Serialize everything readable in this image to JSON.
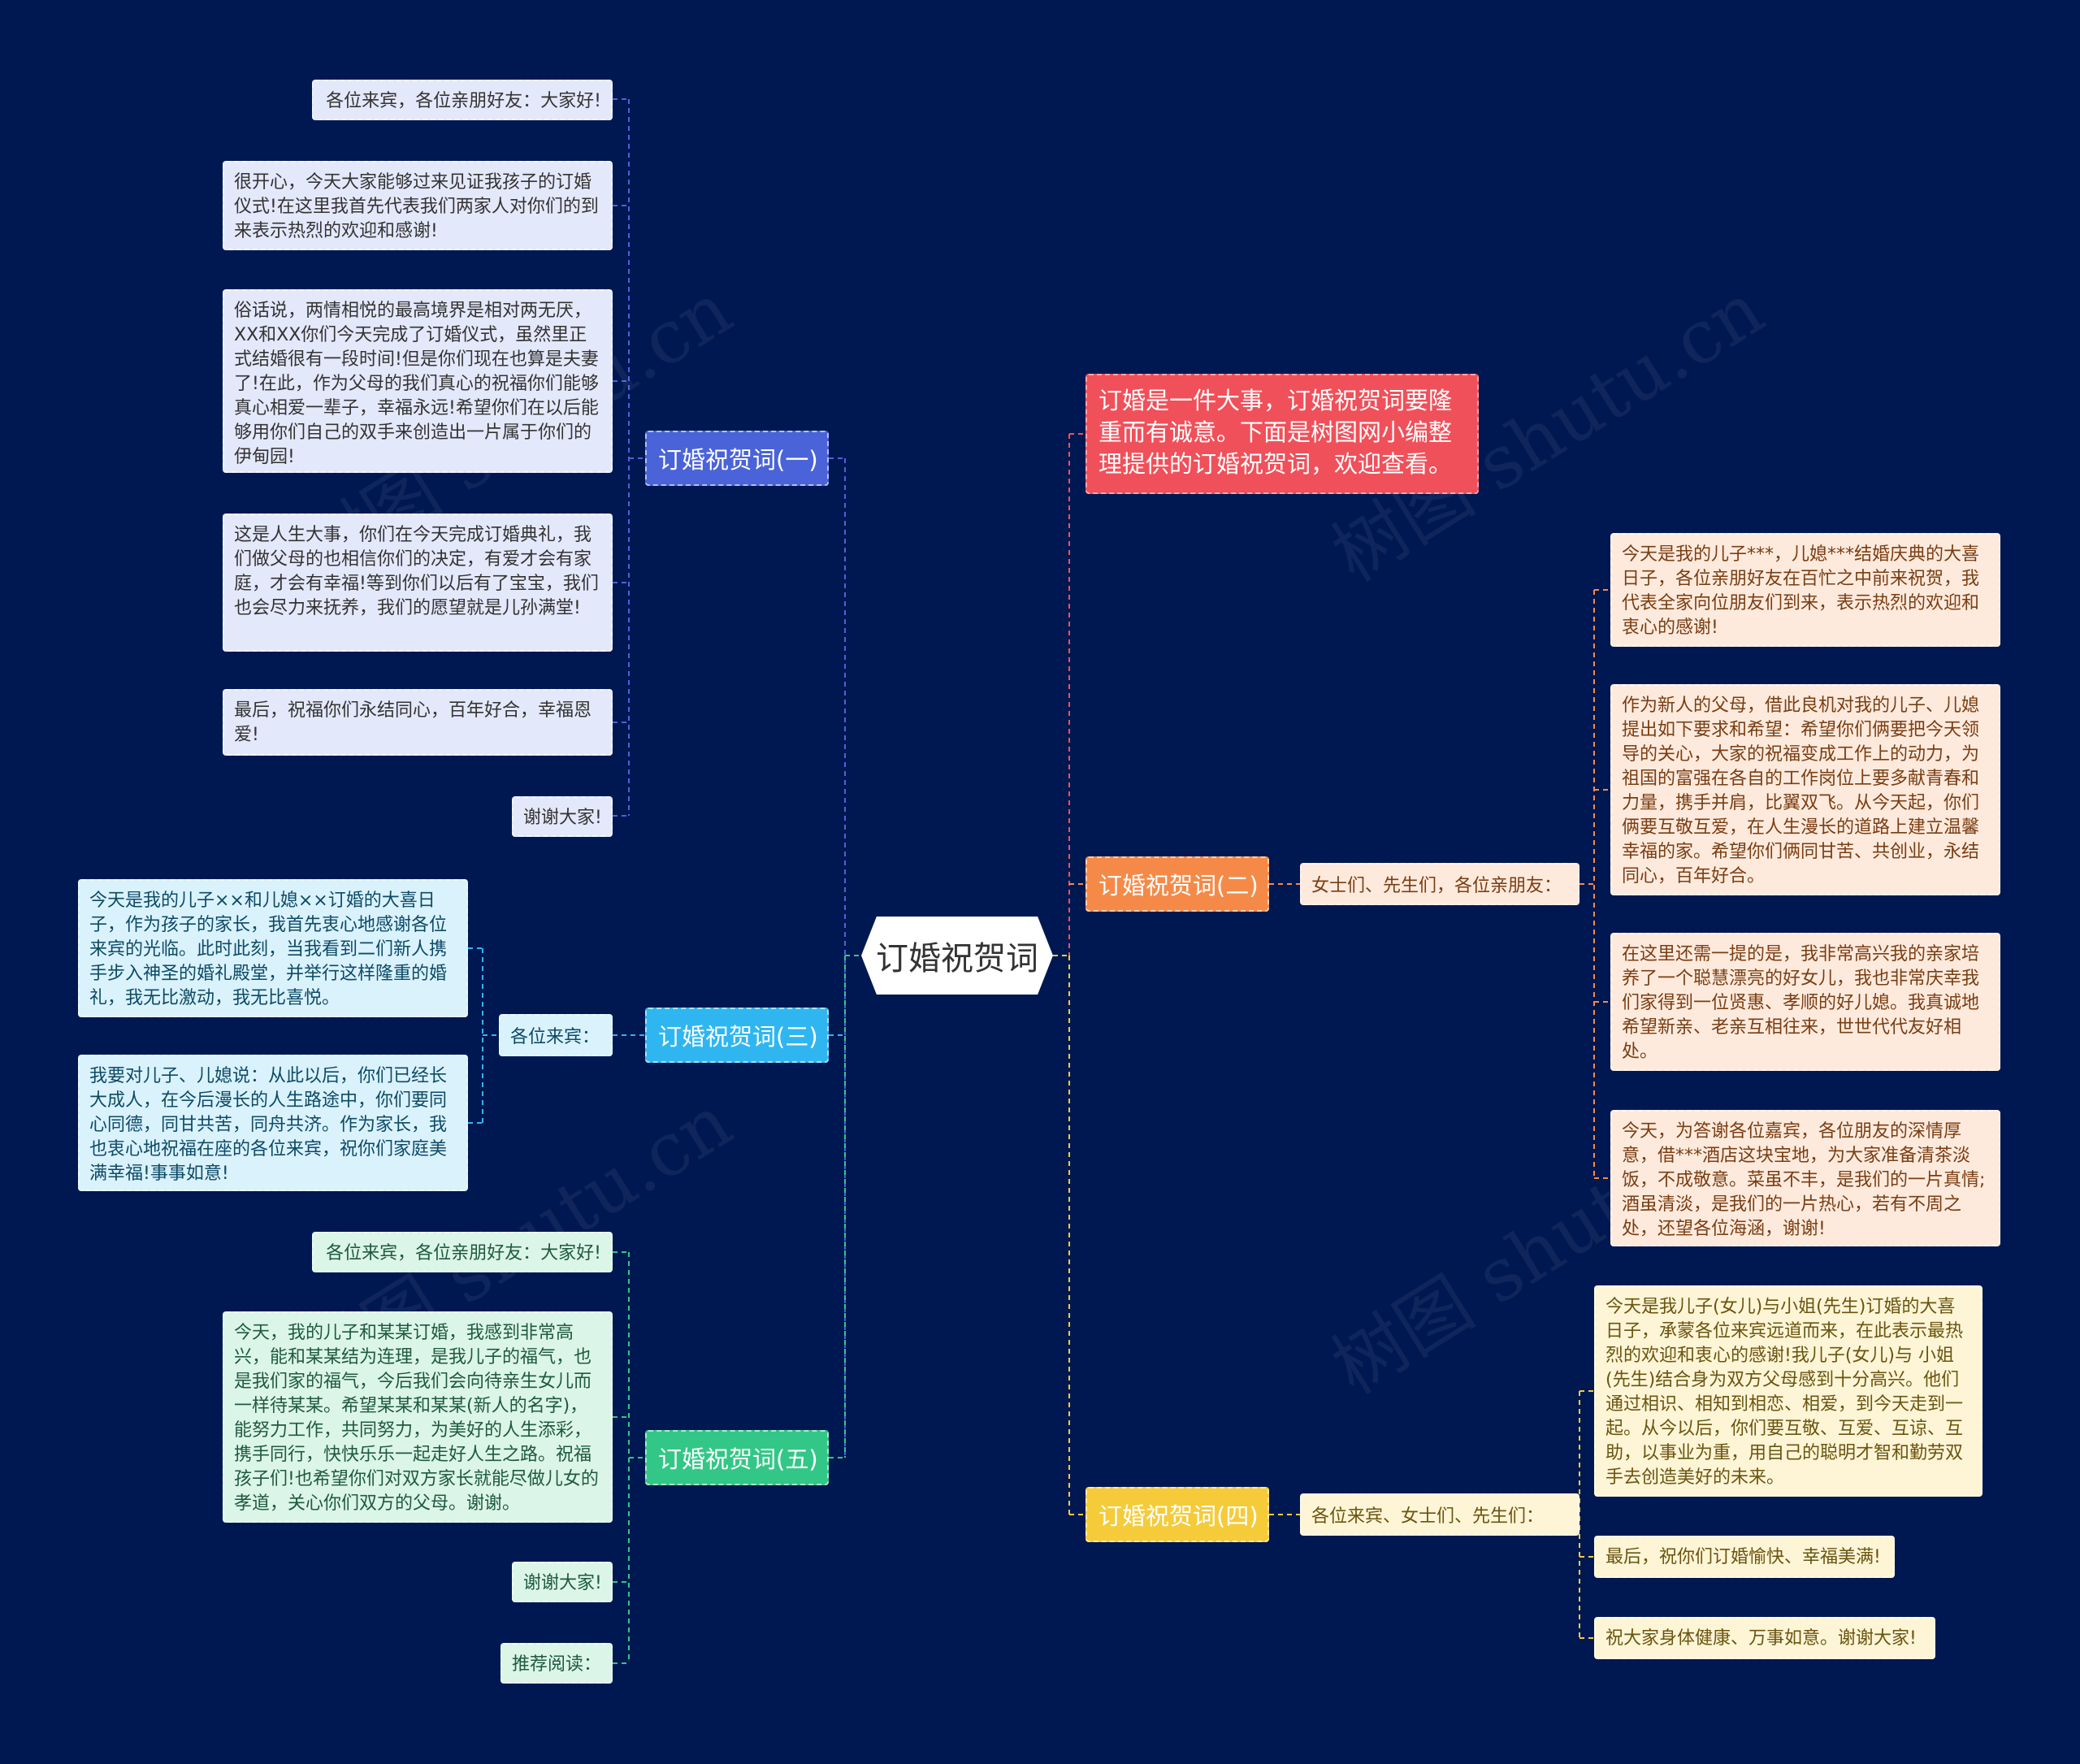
{
  "root": "订婚祝贺词",
  "intro": "订婚是一件大事，订婚祝贺词要隆重而有诚意。下面是树图网小编整理提供的订婚祝贺词，欢迎查看。",
  "watermark": "树图 shutu.cn",
  "colors": {
    "background": "#001851",
    "b1": "#4a63d8",
    "b1_leaf": "#e4e8fb",
    "b2": "#f58a48",
    "b2_leaf": "#fdeadd",
    "b3": "#2fb6f0",
    "b3_leaf": "#d9f2fc",
    "b4": "#f5cb3a",
    "b4_leaf": "#fdf5d6",
    "b5": "#33c787",
    "b5_leaf": "#dcf5e9",
    "intro": "#f0505a"
  },
  "branch1": {
    "title": "订婚祝贺词(一)",
    "items": [
      "各位来宾，各位亲朋好友：大家好!",
      "很开心，今天大家能够过来见证我孩子的订婚仪式!在这里我首先代表我们两家人对你们的到来表示热烈的欢迎和感谢!",
      "俗话说，两情相悦的最高境界是相对两无厌，XX和XX你们今天完成了订婚仪式，虽然里正式结婚很有一段时间!但是你们现在也算是夫妻了!在此，作为父母的我们真心的祝福你们能够真心相爱一辈子，幸福永远!希望你们在以后能够用你们自己的双手来创造出一片属于你们的伊甸园!",
      "这是人生大事，你们在今天完成订婚典礼，我们做父母的也相信你们的决定，有爱才会有家庭，才会有幸福!等到你们以后有了宝宝，我们也会尽力来抚养，我们的愿望就是儿孙满堂!",
      "最后，祝福你们永结同心，百年好合，幸福恩爱!",
      "谢谢大家!"
    ]
  },
  "branch2": {
    "title": "订婚祝贺词(二)",
    "hub": "女士们、先生们，各位亲朋友：",
    "items": [
      "今天是我的儿子***，儿媳***结婚庆典的大喜日子，各位亲朋好友在百忙之中前来祝贺，我代表全家向位朋友们到来，表示热烈的欢迎和衷心的感谢!",
      "作为新人的父母，借此良机对我的儿子、儿媳提出如下要求和希望：希望你们俩要把今天领导的关心，大家的祝福变成工作上的动力，为祖国的富强在各自的工作岗位上要多献青春和力量，携手并肩，比翼双飞。从今天起，你们俩要互敬互爱，在人生漫长的道路上建立温馨幸福的家。希望你们俩同甘苦、共创业，永结同心，百年好合。",
      "在这里还需一提的是，我非常高兴我的亲家培养了一个聪慧漂亮的好女儿，我也非常庆幸我们家得到一位贤惠、孝顺的好儿媳。我真诚地希望新亲、老亲互相往来，世世代代友好相处。",
      "今天，为答谢各位嘉宾，各位朋友的深情厚意，借***酒店这块宝地，为大家准备清茶淡饭，不成敬意。菜虽不丰，是我们的一片真情;酒虽清淡，是我们的一片热心，若有不周之处，还望各位海涵，谢谢!"
    ]
  },
  "branch3": {
    "title": "订婚祝贺词(三)",
    "hub": "各位来宾：",
    "items": [
      "今天是我的儿子××和儿媳××订婚的大喜日子，作为孩子的家长，我首先衷心地感谢各位来宾的光临。此时此刻，当我看到二们新人携手步入神圣的婚礼殿堂，并举行这样隆重的婚礼，我无比激动，我无比喜悦。",
      "我要对儿子、儿媳说：从此以后，你们已经长大成人，在今后漫长的人生路途中，你们要同心同德，同甘共苦，同舟共济。作为家长，我也衷心地祝福在座的各位来宾，祝你们家庭美满幸福!事事如意!"
    ]
  },
  "branch4": {
    "title": "订婚祝贺词(四)",
    "hub": "各位来宾、女士们、先生们：",
    "items": [
      "今天是我儿子(女儿)与小姐(先生)订婚的大喜日子，承蒙各位来宾远道而来，在此表示最热烈的欢迎和衷心的感谢!我儿子(女儿)与 小姐(先生)结合身为双方父母感到十分高兴。他们通过相识、相知到相恋、相爱，到今天走到一起。从今以后，你们要互敬、互爱、互谅、互助，以事业为重，用自己的聪明才智和勤劳双手去创造美好的未来。",
      "最后，祝你们订婚愉快、幸福美满!",
      "祝大家身体健康、万事如意。谢谢大家!"
    ]
  },
  "branch5": {
    "title": "订婚祝贺词(五)",
    "items": [
      "各位来宾，各位亲朋好友：大家好!",
      "今天，我的儿子和某某订婚，我感到非常高兴，能和某某结为连理，是我儿子的福气，也是我们家的福气，今后我们会向待亲生女儿而一样待某某。希望某某和某某(新人的名字)，能努力工作，共同努力，为美好的人生添彩，携手同行，快快乐乐一起走好人生之路。祝福孩子们!也希望你们对双方家长就能尽做儿女的孝道，关心你们双方的父母。谢谢。",
      "谢谢大家!",
      "推荐阅读："
    ]
  }
}
